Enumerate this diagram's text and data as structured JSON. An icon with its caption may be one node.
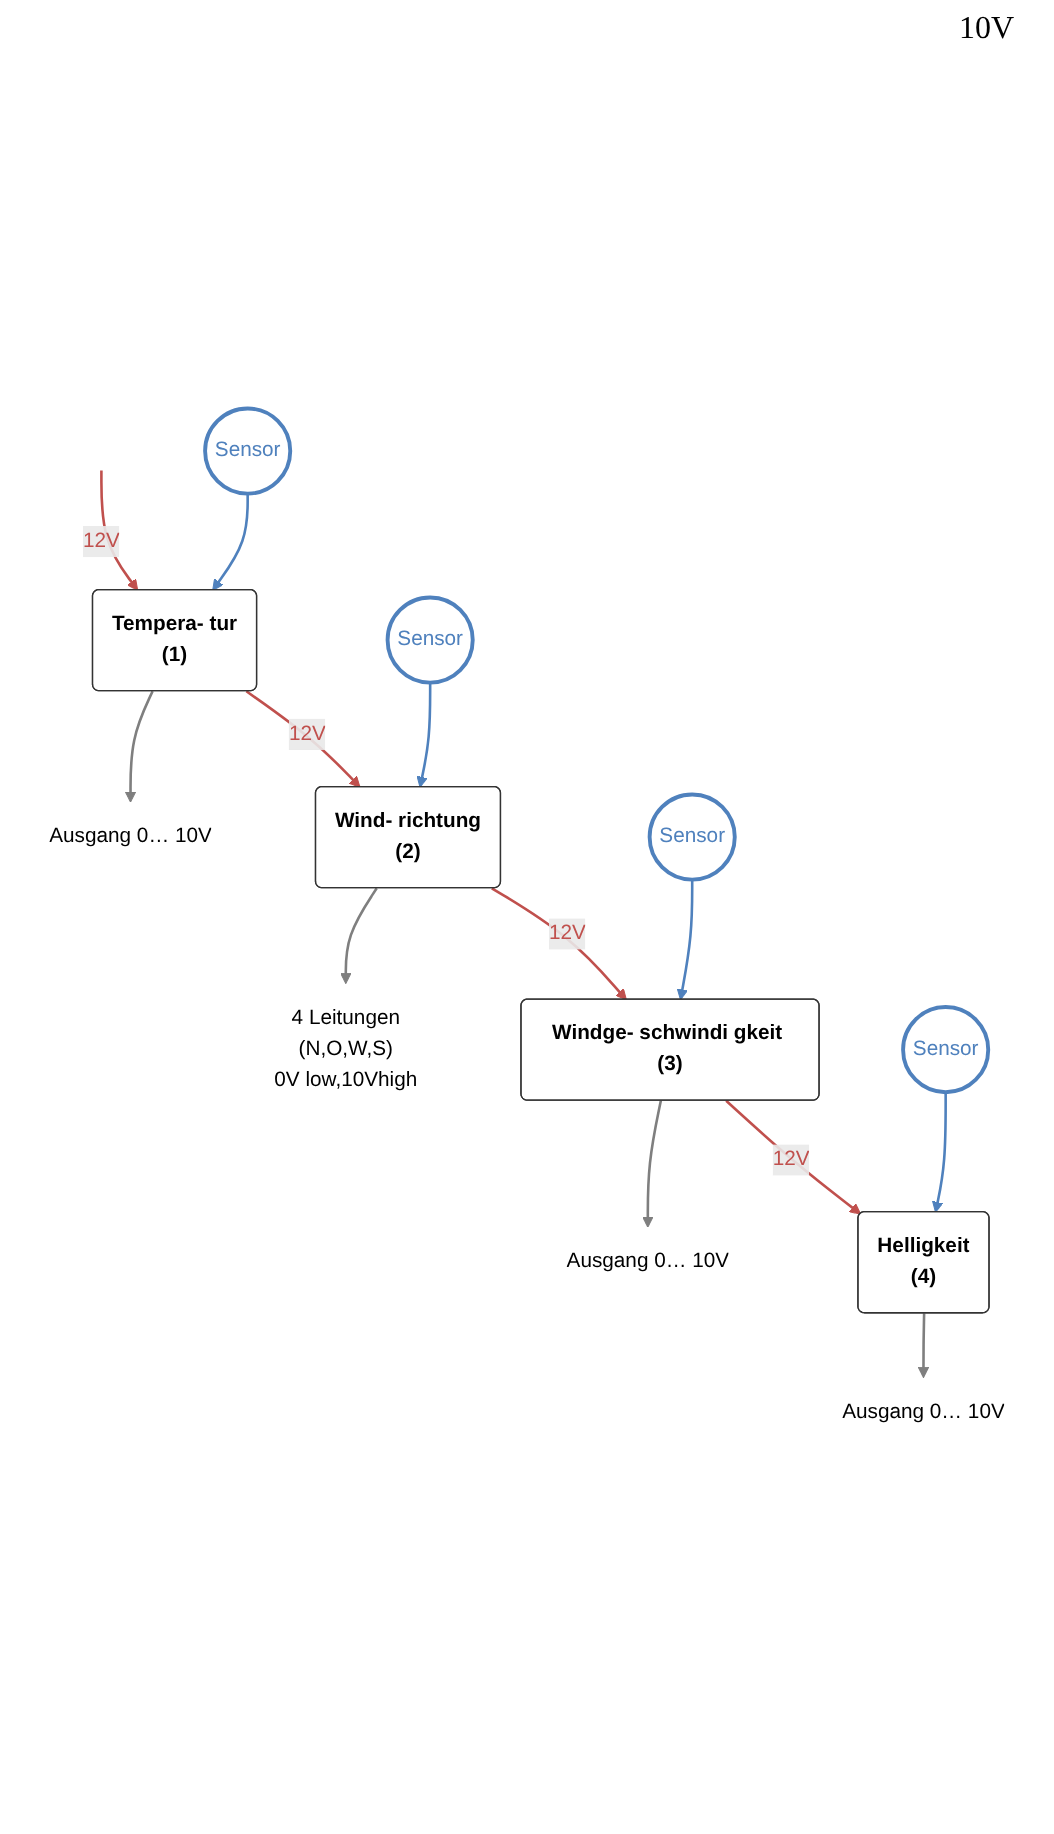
{
  "diagram": {
    "nodes": [
      {
        "text": [
          "Sensor"
        ]
      },
      {
        "text": [
          "Tempera- tur",
          "(1)"
        ]
      },
      {
        "text": [
          "Ausgang 0… 10V"
        ]
      },
      {
        "text": [
          "Sensor"
        ]
      },
      {
        "text": [
          "Wind- richtung",
          "(2)"
        ]
      },
      {
        "text": [
          "4 Leitungen",
          "(N,O,W,S)",
          "0V low,10Vhigh"
        ]
      },
      {
        "text": [
          "Sensor"
        ]
      },
      {
        "text": [
          "Windge- schwindi gkeit (3)"
        ]
      },
      {
        "text": [
          "Ausgang 0… 10V"
        ]
      },
      {
        "text": [
          "Sensor"
        ]
      },
      {
        "text": [
          "Helligkeit",
          "(4)"
        ]
      },
      {
        "text": [
          "Ausgang 0… 10V"
        ]
      }
    ],
    "edges": [
      {
        "from": null,
        "to": 1,
        "arrow": "to",
        "label": "12V",
        "color": "#c0504d"
      },
      {
        "from": 0,
        "to": 1,
        "arrow": "to",
        "color": "#4f81bd"
      },
      {
        "from": 1,
        "to": 2,
        "arrow": "to",
        "color": "#7f7f7f"
      },
      {
        "from": 1,
        "to": 4,
        "arrow": "to",
        "label": "12V",
        "color": "#c0504d"
      },
      {
        "from": 3,
        "to": 4,
        "arrow": "to",
        "color": "#4f81bd"
      },
      {
        "from": 4,
        "to": 5,
        "arrow": "to",
        "color": "#7f7f7f"
      },
      {
        "from": 4,
        "to": 7,
        "arrow": "to",
        "label": "12V",
        "color": "#c0504d"
      },
      {
        "from": 6,
        "to": 7,
        "arrow": "to",
        "color": "#4f81bd"
      },
      {
        "from": 7,
        "to": 8,
        "arrow": "to",
        "color": "#7f7f7f"
      },
      {
        "from": 7,
        "to": 10,
        "arrow": "to",
        "label": "12V",
        "color": "#c0504d"
      },
      {
        "from": 9,
        "to": 10,
        "arrow": "to",
        "color": "#4f81bd"
      },
      {
        "from": 10,
        "to": 11,
        "arrow": "to",
        "color": "#7f7f7f"
      }
    ],
    "labels": [
      "10V"
    ]
  }
}
